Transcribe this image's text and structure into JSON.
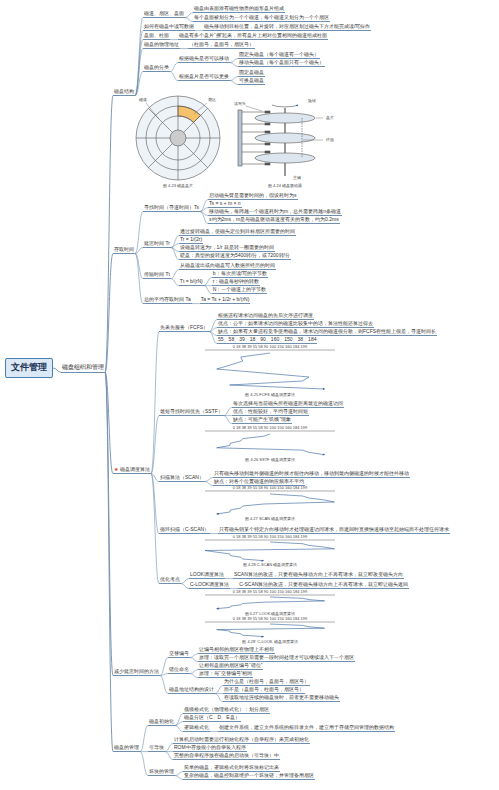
{
  "diagram": {
    "nodes": [
      {
        "text": [
          "文件管理"
        ]
      },
      {
        "text": [
          "磁盘组织和管理"
        ]
      },
      {
        "text": [
          "磁盘结构"
        ]
      },
      {
        "text": [
          "磁道、扇区、盘面"
        ]
      },
      {
        "text": [
          "磁盘由表面涂有磁性物质的圆形盘片组成"
        ]
      },
      {
        "text": [
          "每个盘面被划分为一个个磁道，每个磁道又划分为一个个扇区"
        ]
      },
      {
        "text": [
          "如何在磁盘中读写数据"
        ]
      },
      {
        "text": [
          "磁头移动到目标位置，盘片旋转，对应扇区划过磁头下方才能完成读/写操作"
        ]
      },
      {
        "text": [
          "盘面、柱面"
        ]
      },
      {
        "text": [
          "磁盘有多个盘片“摞”起来，所有盘片上相对位置相同的磁道组成柱面"
        ]
      },
      {
        "text": [
          "磁盘的物理地址"
        ]
      },
      {
        "text": [
          "（柱面号，盘面号，扇区号）"
        ]
      },
      {
        "text": [
          "磁盘的分类"
        ]
      },
      {
        "text": [
          "根据磁头是否可以移动"
        ]
      },
      {
        "text": [
          "固定头磁盘（每个磁道有一个磁头）"
        ]
      },
      {
        "text": [
          "移动头磁盘（每个盘面只有一个磁头）"
        ]
      },
      {
        "text": [
          "根据盘片是否可以更换"
        ]
      },
      {
        "text": [
          "固定盘磁盘"
        ]
      },
      {
        "text": [
          "可换盘磁盘"
        ]
      },
      {
        "text": [
          "存取时间"
        ]
      },
      {
        "text": [
          "寻找时间（寻道时间）Ts"
        ]
      },
      {
        "text": [
          "启动磁头臂是需要时间的，假设耗时为s"
        ]
      },
      {
        "text": [
          "Ts = s + m × n"
        ]
      },
      {
        "text": [
          "移动磁头，每跨越一个磁道耗时为m，总共需要跨越n条磁道"
        ]
      },
      {
        "text": [
          "s约为2ms，m是与磁盘驱动器速度有关的常数，约为0.2ms"
        ]
      },
      {
        "text": [
          "延迟时间 Tr"
        ]
      },
      {
        "text": [
          "通过旋转磁盘，使磁头定位到目标扇区所需要的时间"
        ]
      },
      {
        "text": [
          "Tr = 1/(2r)"
        ]
      },
      {
        "text": [
          "设磁盘转速为r，1/r 就是转一圈需要的时间"
        ]
      },
      {
        "text": [
          "硬盘：典型的旋转速度为5400转/分，或7200转/分"
        ]
      },
      {
        "text": [
          "传输时间 Tt"
        ]
      },
      {
        "text": [
          "从磁盘读出或向磁盘写入数据所经历的时间"
        ]
      },
      {
        "text": [
          "Tt = b/(rN)"
        ]
      },
      {
        "text": [
          "b：每次所读/写的字节数"
        ]
      },
      {
        "text": [
          "r：磁盘每秒钟的转数"
        ]
      },
      {
        "text": [
          "N：一个磁道上的字节数"
        ]
      },
      {
        "text": [
          "总的平均存取时间 Ta"
        ]
      },
      {
        "text": [
          "Ta = Ts + 1/2r + b/(rN)"
        ]
      },
      {
        "text": [
          "★",
          "磁盘调度算法"
        ]
      },
      {
        "text": [
          "先来先服务（FCFS）"
        ]
      },
      {
        "text": [
          "根据进程请求访问磁盘的先后次序进行调度"
        ]
      },
      {
        "text": [
          "优点：公平；如果请求访问的磁道比较集中的话，算法性能还算过得去"
        ]
      },
      {
        "text": [
          "缺点：如果有大量进程竞争使用磁盘，请求访问的磁道很分散，则FCFS在性能上很差，寻道时间长"
        ]
      },
      {
        "text": [
          "55、58、39、18、90、160、150、38、184"
        ]
      },
      {
        "text": [
          "最短寻找时间优先（SSTF）"
        ]
      },
      {
        "text": [
          "每次选择与当前磁头所在磁道距离最近的磁道访问"
        ]
      },
      {
        "text": [
          "优点：性能较好，平均寻道时间短"
        ]
      },
      {
        "text": [
          "缺点：可能产生“饥饿”现象"
        ]
      },
      {
        "text": [
          "扫描算法（SCAN）"
        ]
      },
      {
        "text": [
          "只有磁头移动到最外侧磁道的时候才能往内移动，移动到最内侧磁道的时候才能往外移动"
        ]
      },
      {
        "text": [
          "缺点：对各个位置磁道的响应频率不平均"
        ]
      },
      {
        "text": [
          "循环扫描（C-SCAN）"
        ]
      },
      {
        "text": [
          "只有磁头朝某个特定方向移动时才处理磁道访问请求，而返回时直接快速移动至起始端而不处理任何请求"
        ]
      },
      {
        "text": [
          "优化考点"
        ]
      },
      {
        "text": [
          "LOOK调度算法"
        ]
      },
      {
        "text": [
          "SCAN算法的改进，只要在磁头移动方向上不再有请求，就立即改变磁头方向"
        ]
      },
      {
        "text": [
          "C-LOOK调度算法"
        ]
      },
      {
        "text": [
          "C-SCAN算法的改进，只要在磁头移动方向上不再有请求，就立即让磁头返回"
        ]
      },
      {
        "text": [
          "减少延迟时间的方法"
        ]
      },
      {
        "text": [
          "交替编号"
        ]
      },
      {
        "text": [
          "让编号相邻的扇区在物理上不相邻"
        ]
      },
      {
        "text": [
          "原理：读取完一个扇区后需要一段时间处理才可以继续读入下一个扇区"
        ]
      },
      {
        "text": [
          "错位命名"
        ]
      },
      {
        "text": [
          "让相邻盘面的扇区编号“错位”"
        ]
      },
      {
        "text": [
          "原理：与“交替编号”相同"
        ]
      },
      {
        "text": [
          "磁盘地址结构的设计"
        ]
      },
      {
        "text": [
          "为什么是（柱面号，盘面号，扇区号）"
        ]
      },
      {
        "text": [
          "而不是（盘面号，柱面号，扇区号）"
        ]
      },
      {
        "text": [
          "在读取地址连续的磁盘块时，前者更不需要移动磁头"
        ]
      },
      {
        "text": [
          "磁盘的管理"
        ]
      },
      {
        "text": [
          "磁盘初始化"
        ]
      },
      {
        "text": [
          "低级格式化（物理格式化）：划分扇区"
        ]
      },
      {
        "text": [
          "磁盘分区（C、D、E盘）"
        ]
      },
      {
        "text": [
          "逻辑格式化"
        ]
      },
      {
        "text": [
          "创建文件系统，建立文件系统的根目录文件，建立用于存储空间管理的数据结构"
        ]
      },
      {
        "text": [
          "引导块"
        ]
      },
      {
        "text": [
          "计算机启动时需要运行初始化程序（自举程序）来完成初始化"
        ]
      },
      {
        "text": [
          "ROM中存放很小的自举装入程序"
        ]
      },
      {
        "text": [
          "完整的自举程序放在磁盘的启动块（引导块）中"
        ]
      },
      {
        "text": [
          "坏块的管理"
        ]
      },
      {
        "text": [
          "简单的磁盘，逻辑格式化时将坏块标记出来"
        ]
      },
      {
        "text": [
          "复杂的磁盘，磁盘控制器维护一个坏块链，并管理备用扇区"
        ]
      }
    ],
    "edges": [
      {
        "from": 0,
        "to": 1,
        "arrow": "none"
      },
      {
        "from": 1,
        "to": 2,
        "arrow": "none"
      },
      {
        "from": 2,
        "to": 3,
        "arrow": "none"
      },
      {
        "from": 3,
        "to": 4,
        "arrow": "none"
      },
      {
        "from": 3,
        "to": 5,
        "arrow": "none"
      },
      {
        "from": 2,
        "to": 6,
        "arrow": "none"
      },
      {
        "from": 6,
        "to": 7,
        "arrow": "none"
      },
      {
        "from": 2,
        "to": 8,
        "arrow": "none"
      },
      {
        "from": 8,
        "to": 9,
        "arrow": "none"
      },
      {
        "from": 2,
        "to": 10,
        "arrow": "none"
      },
      {
        "from": 10,
        "to": 11,
        "arrow": "none"
      },
      {
        "from": 2,
        "to": 12,
        "arrow": "none"
      },
      {
        "from": 12,
        "to": 13,
        "arrow": "none"
      },
      {
        "from": 13,
        "to": 14,
        "arrow": "none"
      },
      {
        "from": 13,
        "to": 15,
        "arrow": "none"
      },
      {
        "from": 12,
        "to": 16,
        "arrow": "none"
      },
      {
        "from": 16,
        "to": 17,
        "arrow": "none"
      },
      {
        "from": 16,
        "to": 18,
        "arrow": "none"
      },
      {
        "from": 1,
        "to": 19,
        "arrow": "none"
      },
      {
        "from": 19,
        "to": 20,
        "arrow": "none"
      },
      {
        "from": 20,
        "to": 21,
        "arrow": "none"
      },
      {
        "from": 20,
        "to": 22,
        "arrow": "none"
      },
      {
        "from": 20,
        "to": 23,
        "arrow": "none"
      },
      {
        "from": 20,
        "to": 24,
        "arrow": "none"
      },
      {
        "from": 19,
        "to": 25,
        "arrow": "none"
      },
      {
        "from": 25,
        "to": 26,
        "arrow": "none"
      },
      {
        "from": 25,
        "to": 27,
        "arrow": "none"
      },
      {
        "from": 25,
        "to": 28,
        "arrow": "none"
      },
      {
        "from": 25,
        "to": 29,
        "arrow": "none"
      },
      {
        "from": 19,
        "to": 30,
        "arrow": "none"
      },
      {
        "from": 30,
        "to": 31,
        "arrow": "none"
      },
      {
        "from": 30,
        "to": 32,
        "arrow": "none"
      },
      {
        "from": 32,
        "to": 33,
        "arrow": "none"
      },
      {
        "from": 32,
        "to": 34,
        "arrow": "none"
      },
      {
        "from": 32,
        "to": 35,
        "arrow": "none"
      },
      {
        "from": 19,
        "to": 36,
        "arrow": "none"
      },
      {
        "from": 36,
        "to": 37,
        "arrow": "none"
      },
      {
        "from": 1,
        "to": 38,
        "arrow": "none"
      },
      {
        "from": 38,
        "to": 39,
        "arrow": "none"
      },
      {
        "from": 39,
        "to": 40,
        "arrow": "none"
      },
      {
        "from": 39,
        "to": 41,
        "arrow": "none"
      },
      {
        "from": 39,
        "to": 42,
        "arrow": "none"
      },
      {
        "from": 39,
        "to": 43,
        "arrow": "none"
      },
      {
        "from": 38,
        "to": 44,
        "arrow": "none"
      },
      {
        "from": 44,
        "to": 45,
        "arrow": "none"
      },
      {
        "from": 44,
        "to": 46,
        "arrow": "none"
      },
      {
        "from": 44,
        "to": 47,
        "arrow": "none"
      },
      {
        "from": 38,
        "to": 48,
        "arrow": "none"
      },
      {
        "from": 48,
        "to": 49,
        "arrow": "none"
      },
      {
        "from": 48,
        "to": 50,
        "arrow": "none"
      },
      {
        "from": 38,
        "to": 51,
        "arrow": "none"
      },
      {
        "from": 51,
        "to": 52,
        "arrow": "none"
      },
      {
        "from": 38,
        "to": 53,
        "arrow": "none"
      },
      {
        "from": 53,
        "to": 54,
        "arrow": "none"
      },
      {
        "from": 54,
        "to": 55,
        "arrow": "none"
      },
      {
        "from": 53,
        "to": 56,
        "arrow": "none"
      },
      {
        "from": 56,
        "to": 57,
        "arrow": "none"
      },
      {
        "from": 1,
        "to": 58,
        "arrow": "none"
      },
      {
        "from": 58,
        "to": 59,
        "arrow": "none"
      },
      {
        "from": 59,
        "to": 60,
        "arrow": "none"
      },
      {
        "from": 59,
        "to": 61,
        "arrow": "none"
      },
      {
        "from": 58,
        "to": 62,
        "arrow": "none"
      },
      {
        "from": 62,
        "to": 63,
        "arrow": "none"
      },
      {
        "from": 62,
        "to": 64,
        "arrow": "none"
      },
      {
        "from": 58,
        "to": 65,
        "arrow": "none"
      },
      {
        "from": 65,
        "to": 66,
        "arrow": "none"
      },
      {
        "from": 65,
        "to": 67,
        "arrow": "none"
      },
      {
        "from": 65,
        "to": 68,
        "arrow": "none"
      },
      {
        "from": 1,
        "to": 69,
        "arrow": "none"
      },
      {
        "from": 69,
        "to": 70,
        "arrow": "none"
      },
      {
        "from": 70,
        "to": 71,
        "arrow": "none"
      },
      {
        "from": 70,
        "to": 72,
        "arrow": "none"
      },
      {
        "from": 70,
        "to": 73,
        "arrow": "none"
      },
      {
        "from": 73,
        "to": 74,
        "arrow": "none"
      },
      {
        "from": 69,
        "to": 75,
        "arrow": "none"
      },
      {
        "from": 75,
        "to": 76,
        "arrow": "none"
      },
      {
        "from": 75,
        "to": 77,
        "arrow": "none"
      },
      {
        "from": 75,
        "to": 78,
        "arrow": "none"
      },
      {
        "from": 69,
        "to": 79,
        "arrow": "none"
      },
      {
        "from": 79,
        "to": 80,
        "arrow": "none"
      },
      {
        "from": 79,
        "to": 81,
        "arrow": "none"
      }
    ],
    "labels": [
      "扇区",
      "磁道",
      "图 4.23 磁盘盘片",
      "读写头",
      "盘片",
      "柱面",
      "主轴",
      "旋转",
      "图 4.24 磁盘驱动器",
      "0 18 38 39 55 58 90 100 150 160 184 199",
      "图 4.25 FCFS 磁盘调度算法",
      "0 18 38 39 55 58 90 100 150 160 184 199",
      "图 4.26 SSTF 磁盘调度算法",
      "0 18 38 39 55 58 90 100 150 160 184 199",
      "图 4.27 SCAN 磁盘调度算法",
      "0 18 38 39 55 58 90 100 150 160 184 199",
      "图 4.28 C-SCAN 磁盘调度算法",
      "0 18 38 39 55 58 90 100 150 160 184 199",
      "图 4.27' LOOK 磁盘调度算法",
      "0 18 38 39 55 58 90 100 150 160 184 199",
      "图 4.28' C-LOOK 磁盘调度算法"
    ]
  }
}
